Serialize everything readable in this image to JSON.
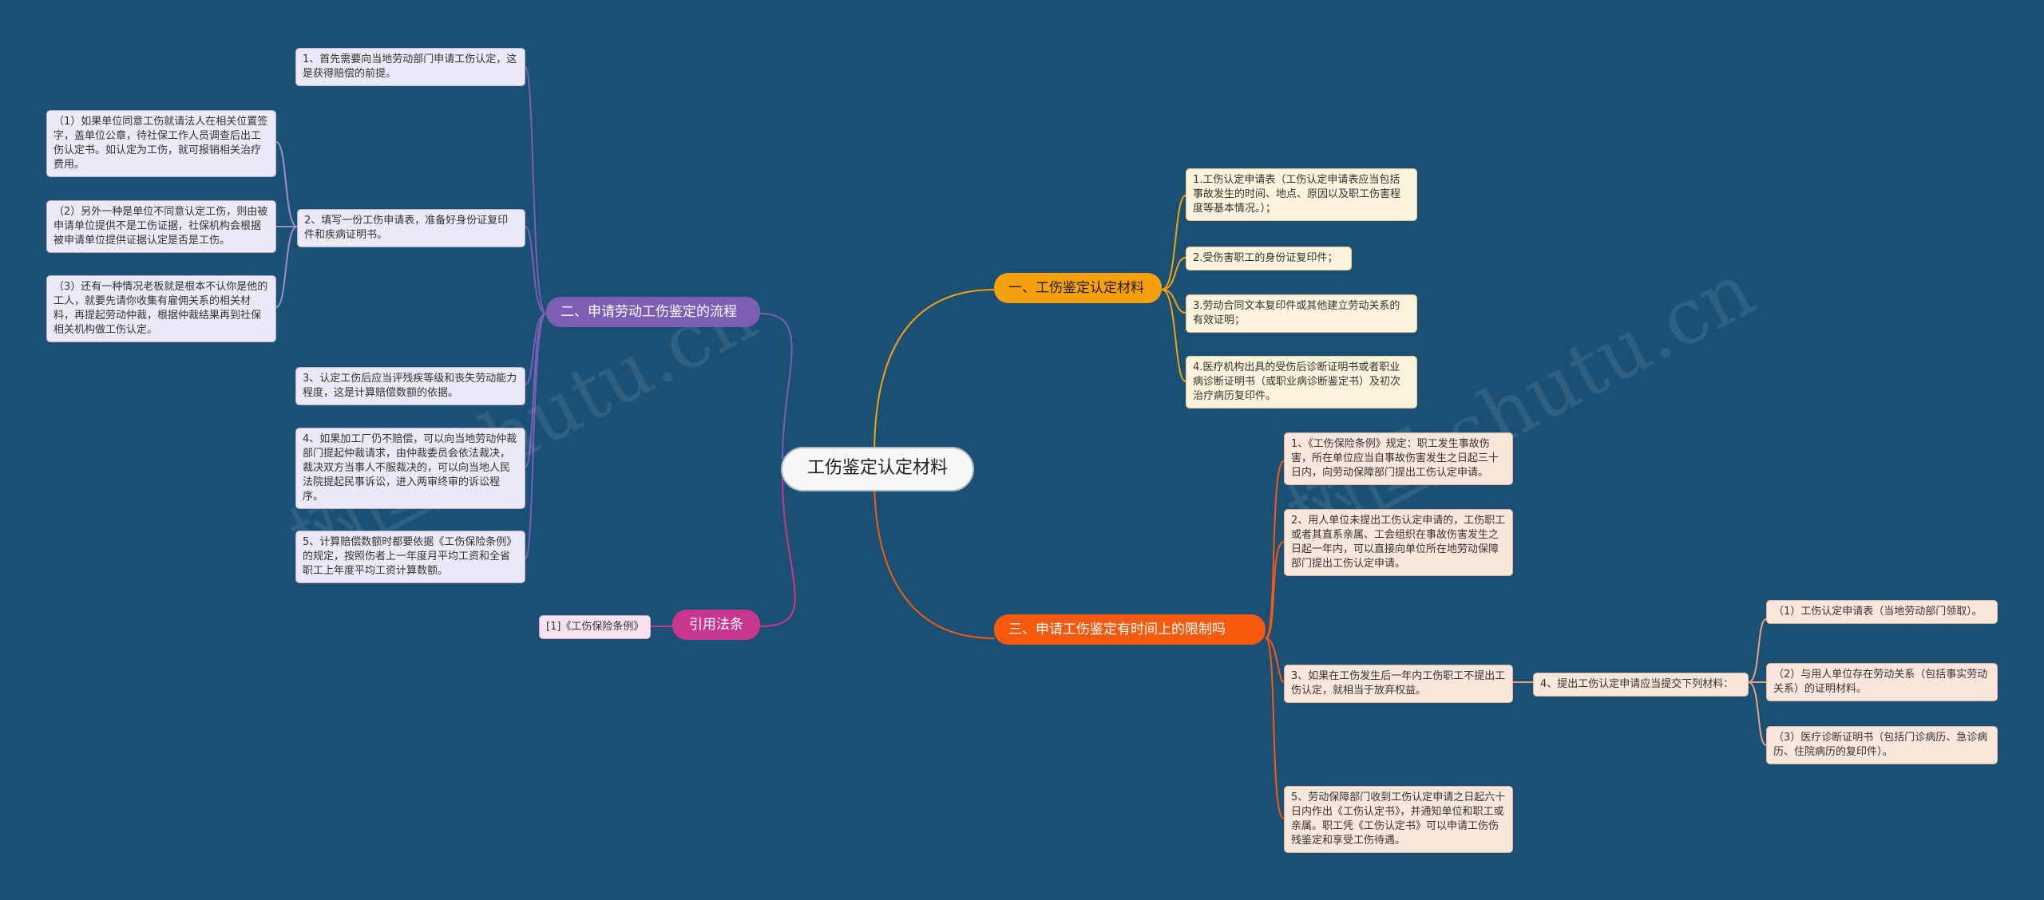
{
  "root": {
    "label": "工伤鉴定认定材料"
  },
  "branches": {
    "b1": {
      "label": "一、工伤鉴定认定材料",
      "color": "#f5a00f"
    },
    "b2": {
      "label": "二、申请劳动工伤鉴定的流程",
      "color": "#7c5fb5"
    },
    "b3": {
      "label": "三、申请工伤鉴定有时间上的限制吗",
      "color": "#f75a0f"
    },
    "b4": {
      "label": "引用法条",
      "color": "#c7378f"
    }
  },
  "b1_items": [
    "1.工伤认定申请表（工伤认定申请表应当包括事故发生的时间、地点、原因以及职工伤害程度等基本情况。）；",
    "2.受伤害职工的身份证复印件；",
    "3.劳动合同文本复印件或其他建立劳动关系的有效证明；",
    "4.医疗机构出具的受伤后诊断证明书或者职业病诊断证明书（或职业病诊断鉴定书）及初次治疗病历复印件。"
  ],
  "b2_items": [
    "1、首先需要向当地劳动部门申请工伤认定，这是获得赔偿的前提。",
    "2、填写一份工伤申请表，准备好身份证复印件和疾病证明书。",
    "3、认定工伤后应当评残疾等级和丧失劳动能力程度，这是计算赔偿数额的依据。",
    "4、如果加工厂仍不赔偿，可以向当地劳动仲裁部门提起仲裁请求，由仲裁委员会依法裁决，裁决双方当事人不服裁决的，可以向当地人民法院提起民事诉讼，进入两审终审的诉讼程序。",
    "5、计算赔偿数额时都要依据《工伤保险条例》的规定，按照伤者上一年度月平均工资和全省职工上年度平均工资计算数额。"
  ],
  "b2_sub": [
    "（1）如果单位同意工伤就请法人在相关位置签字，盖单位公章，待社保工作人员调查后出工伤认定书。如认定为工伤，就可报销相关治疗费用。",
    "（2）另外一种是单位不同意认定工伤，则由被申请单位提供不是工伤证据，社保机构会根据被申请单位提供证据认定是否是工伤。",
    "（3）还有一种情况老板就是根本不认你是他的工人，就要先请你收集有雇佣关系的相关材料，再提起劳动仲裁，根据仲裁结果再到社保相关机构做工伤认定。"
  ],
  "b3_items": [
    "1、《工伤保险条例》规定：职工发生事故伤害，所在单位应当自事故伤害发生之日起三十日内，向劳动保障部门提出工伤认定申请。",
    "2、用人单位未提出工伤认定申请的，工伤职工或者其直系亲属、工会组织在事故伤害发生之日起一年内，可以直接向单位所在地劳动保障部门提出工伤认定申请。",
    "3、如果在工伤发生后一年内工伤职工不提出工伤认定，就相当于放弃权益。",
    "5、劳动保障部门收到工伤认定申请之日起六十日内作出《工伤认定书》，并通知单位和职工或亲属。职工凭《工伤认定书》可以申请工伤伤残鉴定和享受工伤待遇。"
  ],
  "b3_mid": "4、提出工伤认定申请应当提交下列材料：",
  "b3_sub": [
    "（1）工伤认定申请表（当地劳动部门领取）。",
    "（2）与用人单位存在劳动关系（包括事实劳动关系）的证明材料。",
    "（3）医疗诊断证明书（包括门诊病历、急诊病历、住院病历的复印件）。"
  ],
  "b4_items": [
    "[1]《工伤保险条例》"
  ],
  "watermark": [
    "树图 shutu.cn",
    "树图 shutu.cn"
  ]
}
